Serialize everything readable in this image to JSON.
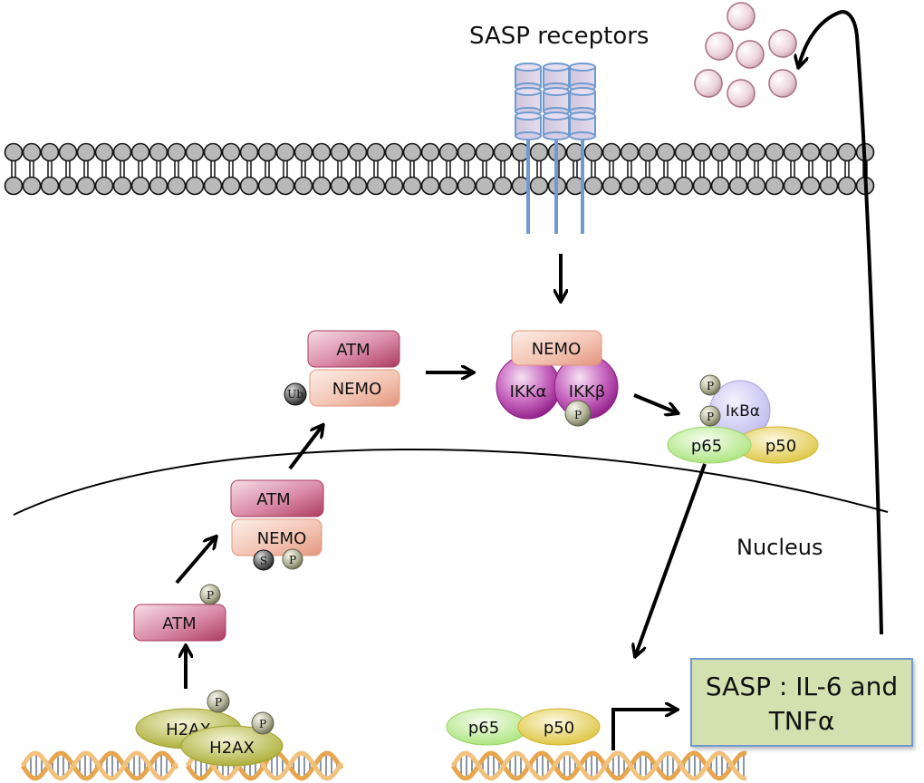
{
  "title": "SASP receptors",
  "nucleus_label": "Nucleus",
  "output_box": {
    "line1": "SASP : IL-6 and",
    "line2": "TNFα"
  },
  "proteins": {
    "atm": "ATM",
    "nemo": "NEMO",
    "h2ax": "H2AX",
    "ikk_alpha": "IKKα",
    "ikk_beta": "IKKβ",
    "ikba": "IκBα",
    "p65": "p65",
    "p50": "p50"
  },
  "modifications": {
    "phospho": "P",
    "sumo": "S",
    "ubiquitin": "Ub"
  },
  "colors": {
    "atm": "#b8446a",
    "nemo": "#eaa894",
    "ikk": "#a3279a",
    "ikba": "#c9c3f0",
    "p65": "#b9ec8f",
    "p50": "#e6cf55",
    "h2ax": "#b7b940",
    "phospho": "#8a8c70",
    "box_fill": "#d3e0b0",
    "box_border": "#6f9bcf",
    "receptor": "#6f9bcf",
    "sasp_factor": "#d6a7b5"
  }
}
